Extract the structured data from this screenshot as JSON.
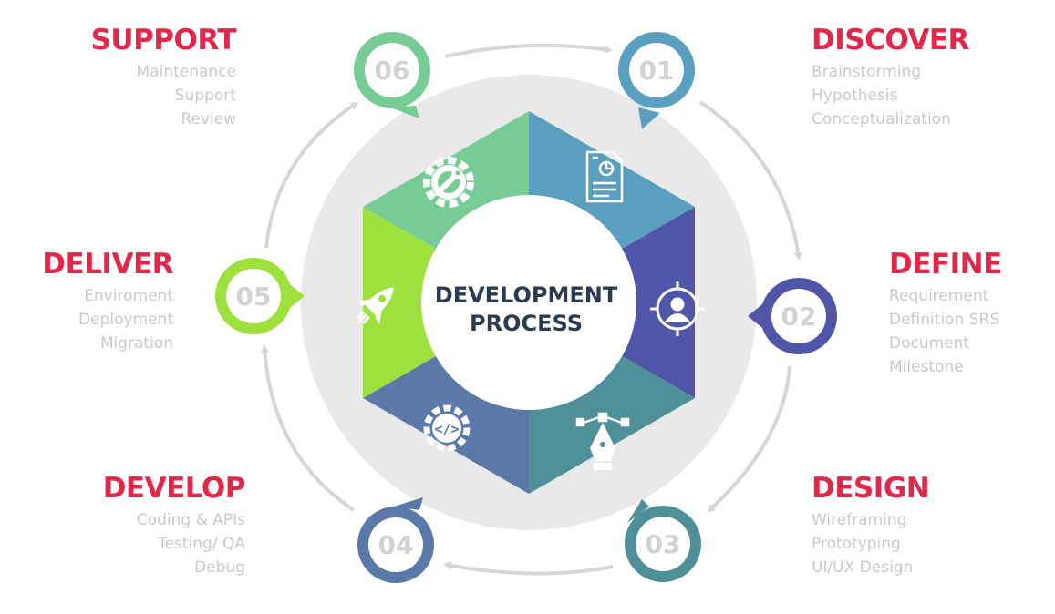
{
  "center": {
    "line1": "DEVELOPMENT",
    "line2": "PROCESS"
  },
  "colors": {
    "title": "#e0284a",
    "item": "#c9c9c9",
    "arrow": "#d6d6d6",
    "ring": "#e9e9e9",
    "center_text": "#2c3a50"
  },
  "phases": [
    {
      "number": "01",
      "title": "DISCOVER",
      "items": [
        "Brainstorming",
        "Hypothesis",
        "Conceptualization"
      ],
      "color": "#5a9fbf",
      "icon": "document-chart-icon"
    },
    {
      "number": "02",
      "title": "DEFINE",
      "items": [
        "Requirement",
        "Definition SRS",
        "Document",
        "Milestone"
      ],
      "color": "#4f56a8",
      "icon": "target-user-icon"
    },
    {
      "number": "03",
      "title": "DESIGN",
      "items": [
        "Wireframing",
        "Prototyping",
        "UI/UX Design"
      ],
      "color": "#4f8f98",
      "icon": "pen-tool-icon"
    },
    {
      "number": "04",
      "title": "DEVELOP",
      "items": [
        "Coding & APIs",
        "Testing/ QA",
        "Debug"
      ],
      "color": "#5a78a8",
      "icon": "code-gear-icon"
    },
    {
      "number": "05",
      "title": "DELIVER",
      "items": [
        "Enviroment",
        "Deployment",
        "Migration"
      ],
      "color": "#9ee03e",
      "icon": "rocket-icon"
    },
    {
      "number": "06",
      "title": "SUPPORT",
      "items": [
        "Maintenance",
        "Support",
        "Review"
      ],
      "color": "#76cc94",
      "icon": "wrench-gear-icon"
    }
  ]
}
